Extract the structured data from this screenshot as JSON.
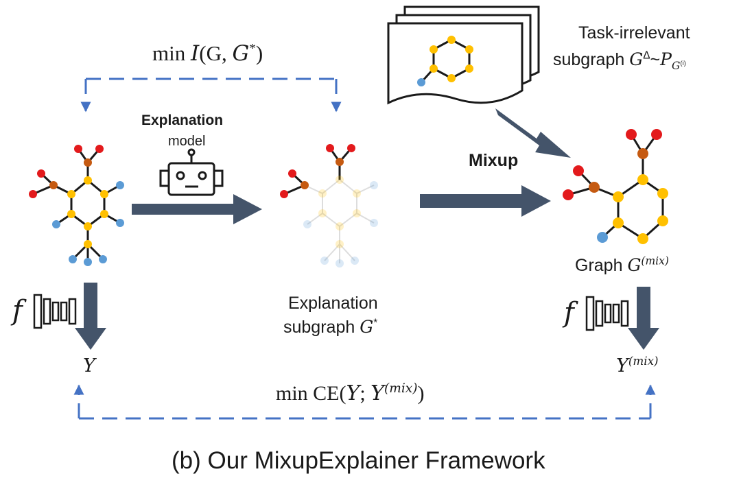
{
  "constraint_top": {
    "prefix": "min ",
    "func": "I",
    "open": "(",
    "arg1": "G, ",
    "arg2": "G",
    "star": "*",
    "close": ")"
  },
  "explanation_model": {
    "title": "Explanation",
    "subtitle": "model"
  },
  "mixup_label": "Mixup",
  "task_irrelevant": {
    "line1": "Task-irrelevant",
    "line2_prefix": "subgraph ",
    "sym": "G",
    "sym_sup": "Δ",
    "tilde": "~",
    "dist": "P",
    "dist_sub": "G",
    "dist_sub_sup": "(i)"
  },
  "explanation_subgraph": {
    "line1": "Explanation",
    "line2_prefix": "subgraph ",
    "sym": "G",
    "sym_sup": "*"
  },
  "graph_mix": {
    "prefix": "Graph ",
    "sym": "G",
    "sup": "(mix)"
  },
  "predictor_symbol": "f",
  "output_left": "Y",
  "output_right": {
    "sym": "Y",
    "sup": "(mix)"
  },
  "constraint_bottom": {
    "prefix": "min CE(",
    "y": "Y",
    "sep": "; ",
    "ymix": "Y",
    "sup": "(mix)",
    "close": ")"
  },
  "caption": "(b) Our MixupExplainer Framework",
  "colors": {
    "dashed_arrow": "#4472C4",
    "block_arrow": "#44546A",
    "node_yellow": "#FFC000",
    "node_red": "#E31A1C",
    "node_brown": "#C55A11",
    "node_blue": "#5B9BD5",
    "edge": "#1a1a1a"
  }
}
